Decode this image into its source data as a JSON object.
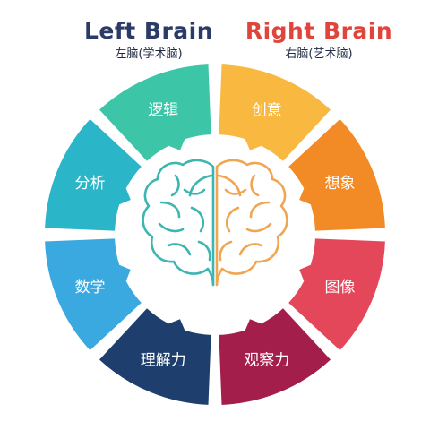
{
  "header": {
    "left_title": "Left Brain",
    "left_subtitle": "左脑(学术脑)",
    "right_title": "Right Brain",
    "right_subtitle": "右脑(艺术脑)"
  },
  "segments": [
    {
      "label": "创意",
      "color": "#f9b840",
      "side": "right"
    },
    {
      "label": "想象",
      "color": "#f28a26",
      "side": "right"
    },
    {
      "label": "图像",
      "color": "#e5475a",
      "side": "right"
    },
    {
      "label": "观察力",
      "color": "#a31e4b",
      "side": "right"
    },
    {
      "label": "理解力",
      "color": "#1e3e6e",
      "side": "left"
    },
    {
      "label": "数学",
      "color": "#3aa9e0",
      "side": "left"
    },
    {
      "label": "分析",
      "color": "#2ab5c9",
      "side": "left"
    },
    {
      "label": "逻辑",
      "color": "#3cc6a7",
      "side": "left"
    }
  ],
  "brain": {
    "left_color": "#3db5b0",
    "right_color": "#f0a651"
  }
}
